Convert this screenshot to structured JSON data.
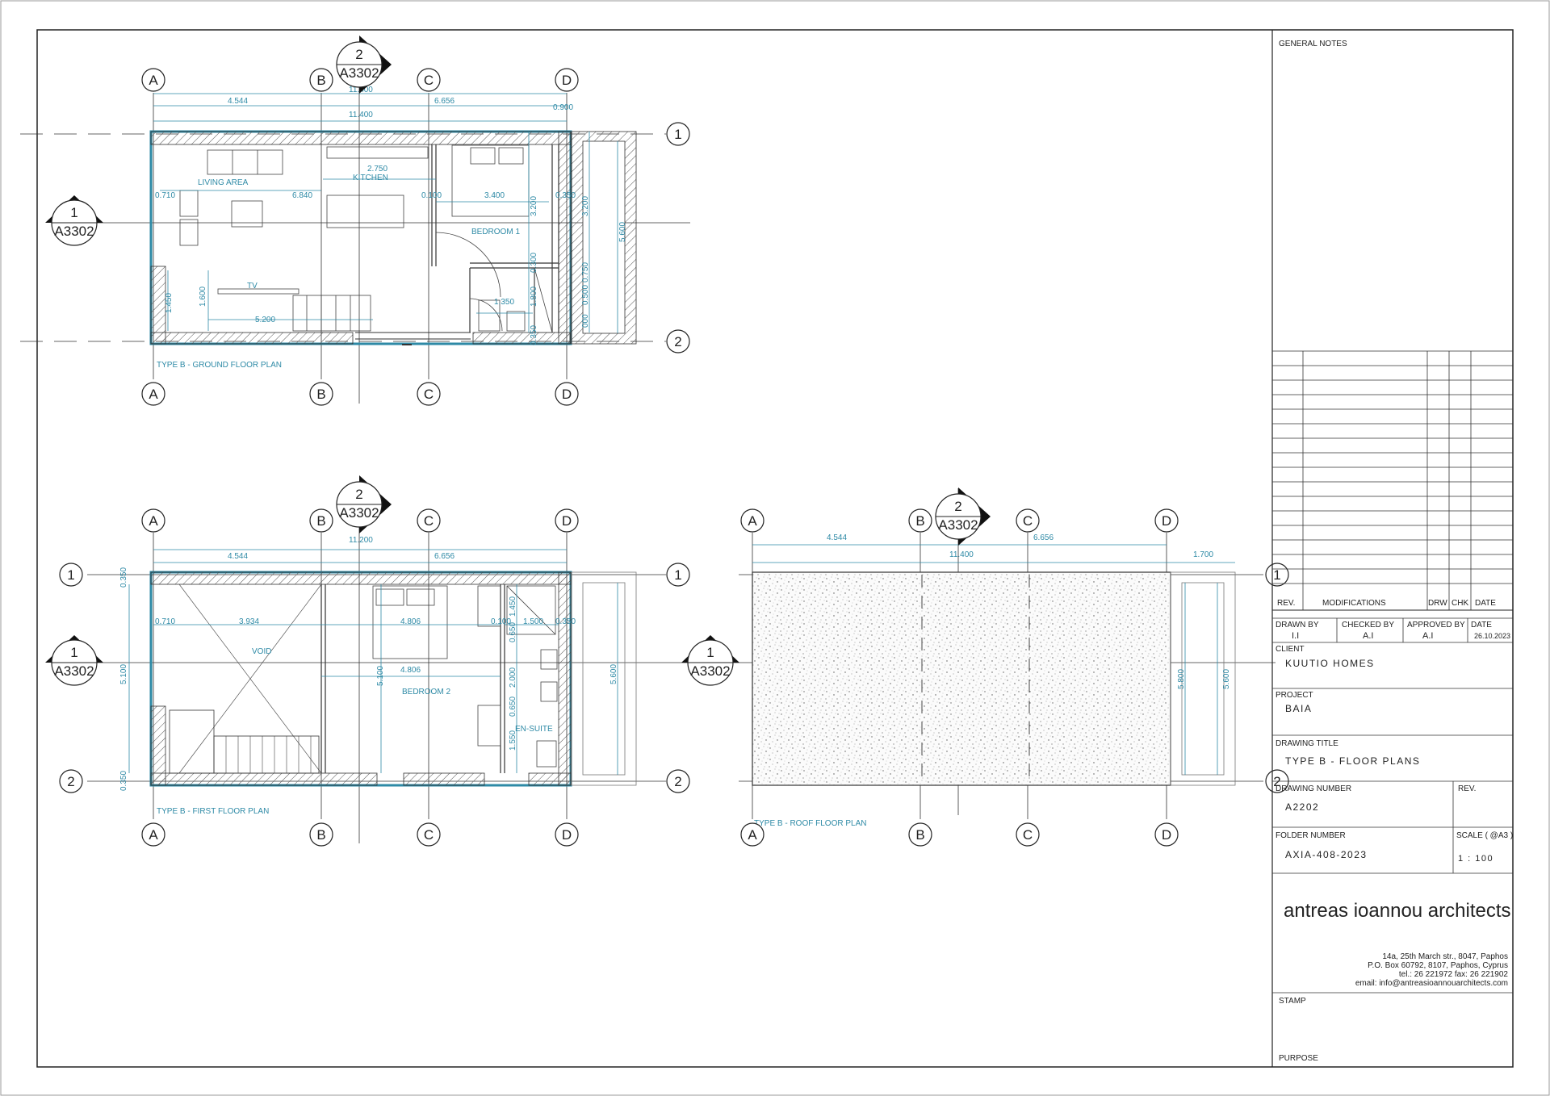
{
  "colors": {
    "line": "#222222",
    "dim": "#2e8aa6",
    "wall": "#2e8aa6"
  },
  "grid": {
    "cols": [
      "A",
      "B",
      "C",
      "D"
    ],
    "rows": [
      "1",
      "2"
    ]
  },
  "section_ref": {
    "number_1": "1",
    "number_2": "2",
    "sheet": "A3302"
  },
  "plans": {
    "ground": {
      "title": "TYPE B - GROUND FLOOR PLAN",
      "rooms": {
        "living": "LIVING AREA",
        "kitchen": "KITCHEN",
        "bedroom": "BEDROOM 1",
        "tv": "TV"
      },
      "dims": {
        "d4544": "4.544",
        "d6656": "6.656",
        "d11400": "11.400",
        "d11x00": "11.400",
        "d0900": "0.900",
        "d0710": "0.710",
        "d6840": "6.840",
        "d2750": "2.750",
        "d0100": "0.100",
        "d3400": "3.400",
        "d0350": "0.350",
        "d3200": "3.200",
        "d3200b": "3.200",
        "d5600": "5.600",
        "d0750": "0.750",
        "d1350": "1.350",
        "d1800": "1.800",
        "d0500": "0.500",
        "d1450": "1.450",
        "d1600": "1.600",
        "d5200": "5.200",
        "d0000": "000",
        "d0300": "0.300",
        "d0350b": "0.350"
      }
    },
    "first": {
      "title": "TYPE B - FIRST FLOOR PLAN",
      "rooms": {
        "void": "VOID",
        "bedroom": "BEDROOM 2",
        "ensuite": "EN-SUITE"
      },
      "dims": {
        "d4544": "4.544",
        "d6656": "6.656",
        "d11200": "11.200",
        "d0710": "0.710",
        "d3934": "3.934",
        "d4806": "4.806",
        "d4806b": "4.806",
        "d0100": "0.100",
        "d1500": "1.500",
        "d0350": "0.350",
        "d0350a": "0.350",
        "d0350b": "0.350",
        "d5100": "5.100",
        "d5100b": "5.100",
        "d1450": "1.450",
        "d0650": "0.650",
        "d2000": "2.000",
        "d0650b": "0.650",
        "d1550": "1.550",
        "d5600": "5.600"
      }
    },
    "roof": {
      "title": "TYPE B - ROOF FLOOR PLAN",
      "dims": {
        "d4544": "4.544",
        "d6656": "6.656",
        "d11400": "11.400",
        "d1700": "1.700",
        "d5800": "5.800",
        "d5600": "5.600"
      }
    }
  },
  "title_block": {
    "general_notes": "GENERAL NOTES",
    "rev_header": {
      "rev": "REV.",
      "modifications": "MODIFICATIONS",
      "drw": "DRW",
      "chk": "CHK",
      "date": "DATE"
    },
    "drawn_by_label": "DRAWN BY",
    "drawn_by": "I.I",
    "checked_by_label": "CHECKED BY",
    "checked_by": "A.I",
    "approved_by_label": "APPROVED BY",
    "approved_by": "A.I",
    "date_label": "DATE",
    "date": "26.10.2023",
    "client_label": "CLIENT",
    "client": "KUUTIO HOMES",
    "project_label": "PROJECT",
    "project": "BAIA",
    "drawing_title_label": "DRAWING TITLE",
    "drawing_title": "TYPE B - FLOOR PLANS",
    "drawing_number_label": "DRAWING NUMBER",
    "drawing_number": "A2202",
    "rev_label": "REV.",
    "folder_number_label": "FOLDER NUMBER",
    "folder_number": "AXIA-408-2023",
    "scale_label": "SCALE ( @A3 )",
    "scale": "1 : 100",
    "firm": "antreas ioannou architects",
    "address_1": "14a, 25th March str., 8047, Paphos",
    "address_2": "P.O. Box 60792, 8107, Paphos, Cyprus",
    "address_3": "tel.: 26 221972      fax: 26 221902",
    "address_4": "email: info@antreasioannouarchitects.com",
    "stamp_label": "STAMP",
    "purpose_label": "PURPOSE"
  }
}
